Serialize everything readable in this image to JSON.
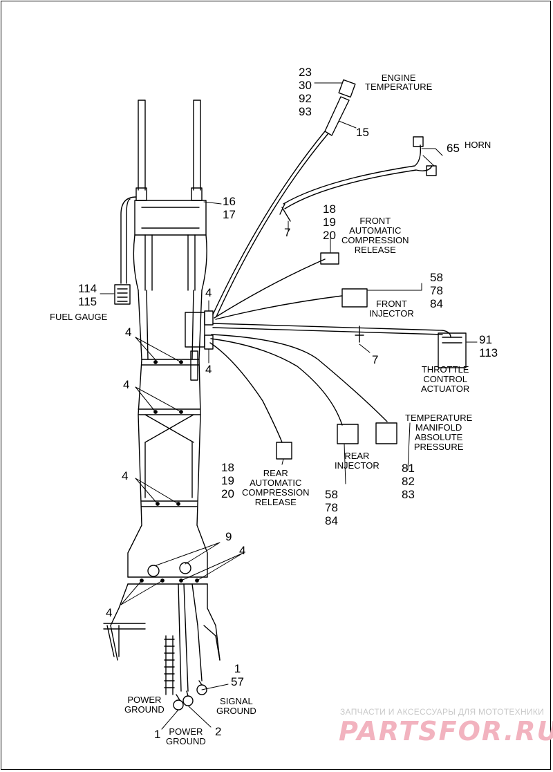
{
  "callouts": {
    "engine_temp_nums": "23\n30\n92\n93",
    "engine_temp_label": "ENGINE\nTEMPERATURE",
    "item15": "15",
    "item65": "65",
    "horn_label": "HORN",
    "item16_17": "16\n17",
    "item7_top": "7",
    "front_acr_nums": "18\n19\n20",
    "front_acr_label": "FRONT\nAUTOMATIC\nCOMPRESSION\nRELEASE",
    "fuel_gauge_nums": "114\n115",
    "fuel_gauge_label": "FUEL GAUGE",
    "item4_a": "4",
    "item4_b": "4",
    "item4_c": "4",
    "item4_d": "4",
    "item4_e": "4",
    "item4_f": "4",
    "item4_g": "4",
    "front_inj_nums": "58\n78\n84",
    "front_inj_label": "FRONT\nINJECTOR",
    "tca_nums": "91\n113",
    "item7_mid": "7",
    "tca_label": "THROTTLE\nCONTROL\nACTUATOR",
    "tmap_label": "TEMPERATURE\nMANIFOLD\nABSOLUTE\nPRESSURE",
    "tmap_nums": "81\n82\n83",
    "rear_inj_label": "REAR\nINJECTOR",
    "rear_inj_nums": "58\n78\n84",
    "rear_acr_nums": "18\n19\n20",
    "rear_acr_label": "REAR\nAUTOMATIC\nCOMPRESSION\nRELEASE",
    "item9": "9",
    "item1_57": "1\n57",
    "power_ground_left": "POWER\nGROUND",
    "signal_ground": "SIGNAL\nGROUND",
    "item1_bottom": "1",
    "item2_bottom": "2",
    "power_ground_bottom": "POWER\nGROUND"
  },
  "watermark": {
    "tagline": "ЗАПЧАСТИ И АКСЕССУАРЫ ДЛЯ МОТОТЕХНИКИ",
    "brand": "PARTSFOR.RU",
    "brand_color": "#e8899c"
  }
}
